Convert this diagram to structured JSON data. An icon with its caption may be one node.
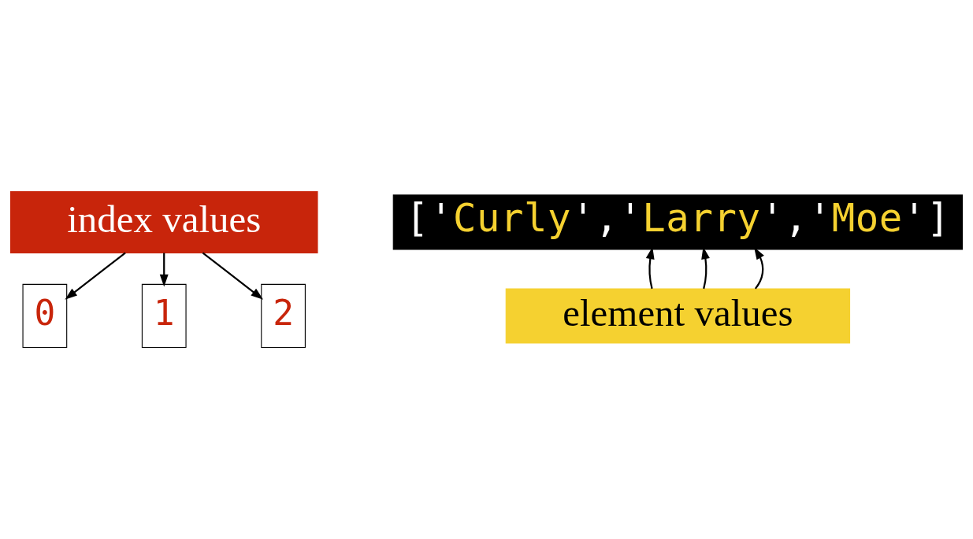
{
  "diagram": {
    "nodes": [
      {
        "text": [
          "index values"
        ]
      },
      {
        "text": [
          "0"
        ]
      },
      {
        "text": [
          "1"
        ]
      },
      {
        "text": [
          "2"
        ]
      },
      {
        "text": [
          "['Curly','Larry','Moe']"
        ]
      },
      {
        "text": [
          "element values"
        ]
      }
    ],
    "edges": [
      {
        "from": 0,
        "to": 1,
        "arrow": "to"
      },
      {
        "from": 0,
        "to": 2,
        "arrow": "to"
      },
      {
        "from": 0,
        "to": 3,
        "arrow": "to"
      },
      {
        "from": 5,
        "to": 4,
        "arrow": "to"
      },
      {
        "from": 5,
        "to": 4,
        "arrow": "to"
      },
      {
        "from": 5,
        "to": 4,
        "arrow": "to"
      }
    ]
  }
}
